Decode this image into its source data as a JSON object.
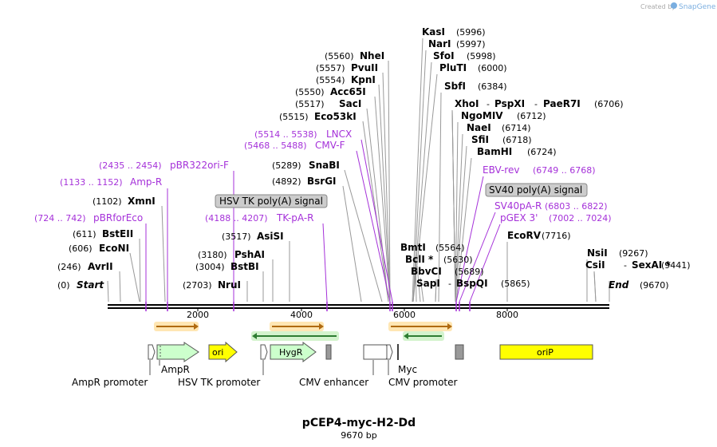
{
  "map": {
    "title": "pCEP4-myc-H2-Dd",
    "length_label": "9670 bp",
    "total_bp": 9670,
    "watermark_prefix": "Created by",
    "watermark_brand": "SnapGene"
  },
  "axis_ticks": [
    "2000",
    "4000",
    "6000",
    "8000"
  ],
  "sites": [
    {
      "name": "Start",
      "pos": "(0)",
      "italic": true
    },
    {
      "name": "AvrII",
      "pos": "(246)"
    },
    {
      "name": "EcoNI",
      "pos": "(606)"
    },
    {
      "name": "BstEII",
      "pos": "(611)"
    },
    {
      "name": "XmnI",
      "pos": "(1102)"
    },
    {
      "name": "NruI",
      "pos": "(2703)"
    },
    {
      "name": "BstBI",
      "pos": "(3004)"
    },
    {
      "name": "PshAI",
      "pos": "(3180)"
    },
    {
      "name": "AsiSI",
      "pos": "(3517)"
    },
    {
      "name": "BsrGI",
      "pos": "(4892)"
    },
    {
      "name": "SnaBI",
      "pos": "(5289)"
    },
    {
      "name": "Eco53kI",
      "pos": "(5515)"
    },
    {
      "name": "SacI",
      "pos": "(5517)"
    },
    {
      "name": "Acc65I",
      "pos": "(5550)"
    },
    {
      "name": "KpnI",
      "pos": "(5554)"
    },
    {
      "name": "PvuII",
      "pos": "(5557)"
    },
    {
      "name": "NheI",
      "pos": "(5560)"
    },
    {
      "name": "KasI",
      "pos": "(5996)"
    },
    {
      "name": "NarI",
      "pos": "(5997)"
    },
    {
      "name": "SfoI",
      "pos": "(5998)"
    },
    {
      "name": "PluTI",
      "pos": "(6000)"
    },
    {
      "name": "SbfI",
      "pos": "(6384)"
    },
    {
      "name": "XhoI",
      "pos": "",
      "joiner": "-"
    },
    {
      "name": "PspXI",
      "pos": "",
      "joiner": "-"
    },
    {
      "name": "PaeR7I",
      "pos": "(6706)"
    },
    {
      "name": "NgoMIV",
      "pos": "(6712)"
    },
    {
      "name": "NaeI",
      "pos": "(6714)"
    },
    {
      "name": "SfiI",
      "pos": "(6718)"
    },
    {
      "name": "BamHI",
      "pos": "(6724)"
    },
    {
      "name": "BmtI",
      "pos": "(5564)"
    },
    {
      "name": "BclI *",
      "pos": "(5630)"
    },
    {
      "name": "BbvCI",
      "pos": "(5689)"
    },
    {
      "name": "SapI",
      "pos": "",
      "joiner": "-"
    },
    {
      "name": "BspQI",
      "pos": "(5865)"
    },
    {
      "name": "EcoRV",
      "pos": "(7716)"
    },
    {
      "name": "NsiI",
      "pos": "(9267)"
    },
    {
      "name": "CsiI",
      "pos": "",
      "joiner": "-"
    },
    {
      "name": "SexAI *",
      "pos": "(9441)"
    },
    {
      "name": "End",
      "pos": "(9670)",
      "italic": true
    }
  ],
  "primers": [
    {
      "range": "(724 .. 742)",
      "name": "pBRforEco"
    },
    {
      "range": "(1133 .. 1152)",
      "name": "Amp-R"
    },
    {
      "range": "(2435 .. 2454)",
      "name": "pBR322ori-F"
    },
    {
      "range": "(4188 .. 4207)",
      "name": "TK-pA-R"
    },
    {
      "range": "(5468 .. 5488)",
      "name": "CMV-F"
    },
    {
      "range": "(5514 .. 5538)",
      "name": "LNCX"
    },
    {
      "range": "(6749 .. 6768)",
      "name": "EBV-rev"
    },
    {
      "range": "(6803 .. 6822)",
      "name": "SV40pA-R"
    },
    {
      "range": "(7002 .. 7024)",
      "name": "pGEX 3'"
    }
  ],
  "grey_boxes": [
    "HSV TK poly(A) signal",
    "SV40 poly(A) signal"
  ],
  "features": {
    "inside": [
      "ori",
      "HygR",
      "oriP"
    ],
    "below": [
      "AmpR promoter",
      "AmpR",
      "HSV TK promoter",
      "CMV enhancer",
      "Myc",
      "CMV promoter"
    ]
  },
  "colors": {
    "primer": "#a531d9",
    "amp": "#ccffcc",
    "ori": "#ffff00",
    "hygr": "#ccffcc",
    "orf_orange": "#e07b39",
    "orf_green": "#4caf50",
    "grey_box": "#cccccc"
  }
}
